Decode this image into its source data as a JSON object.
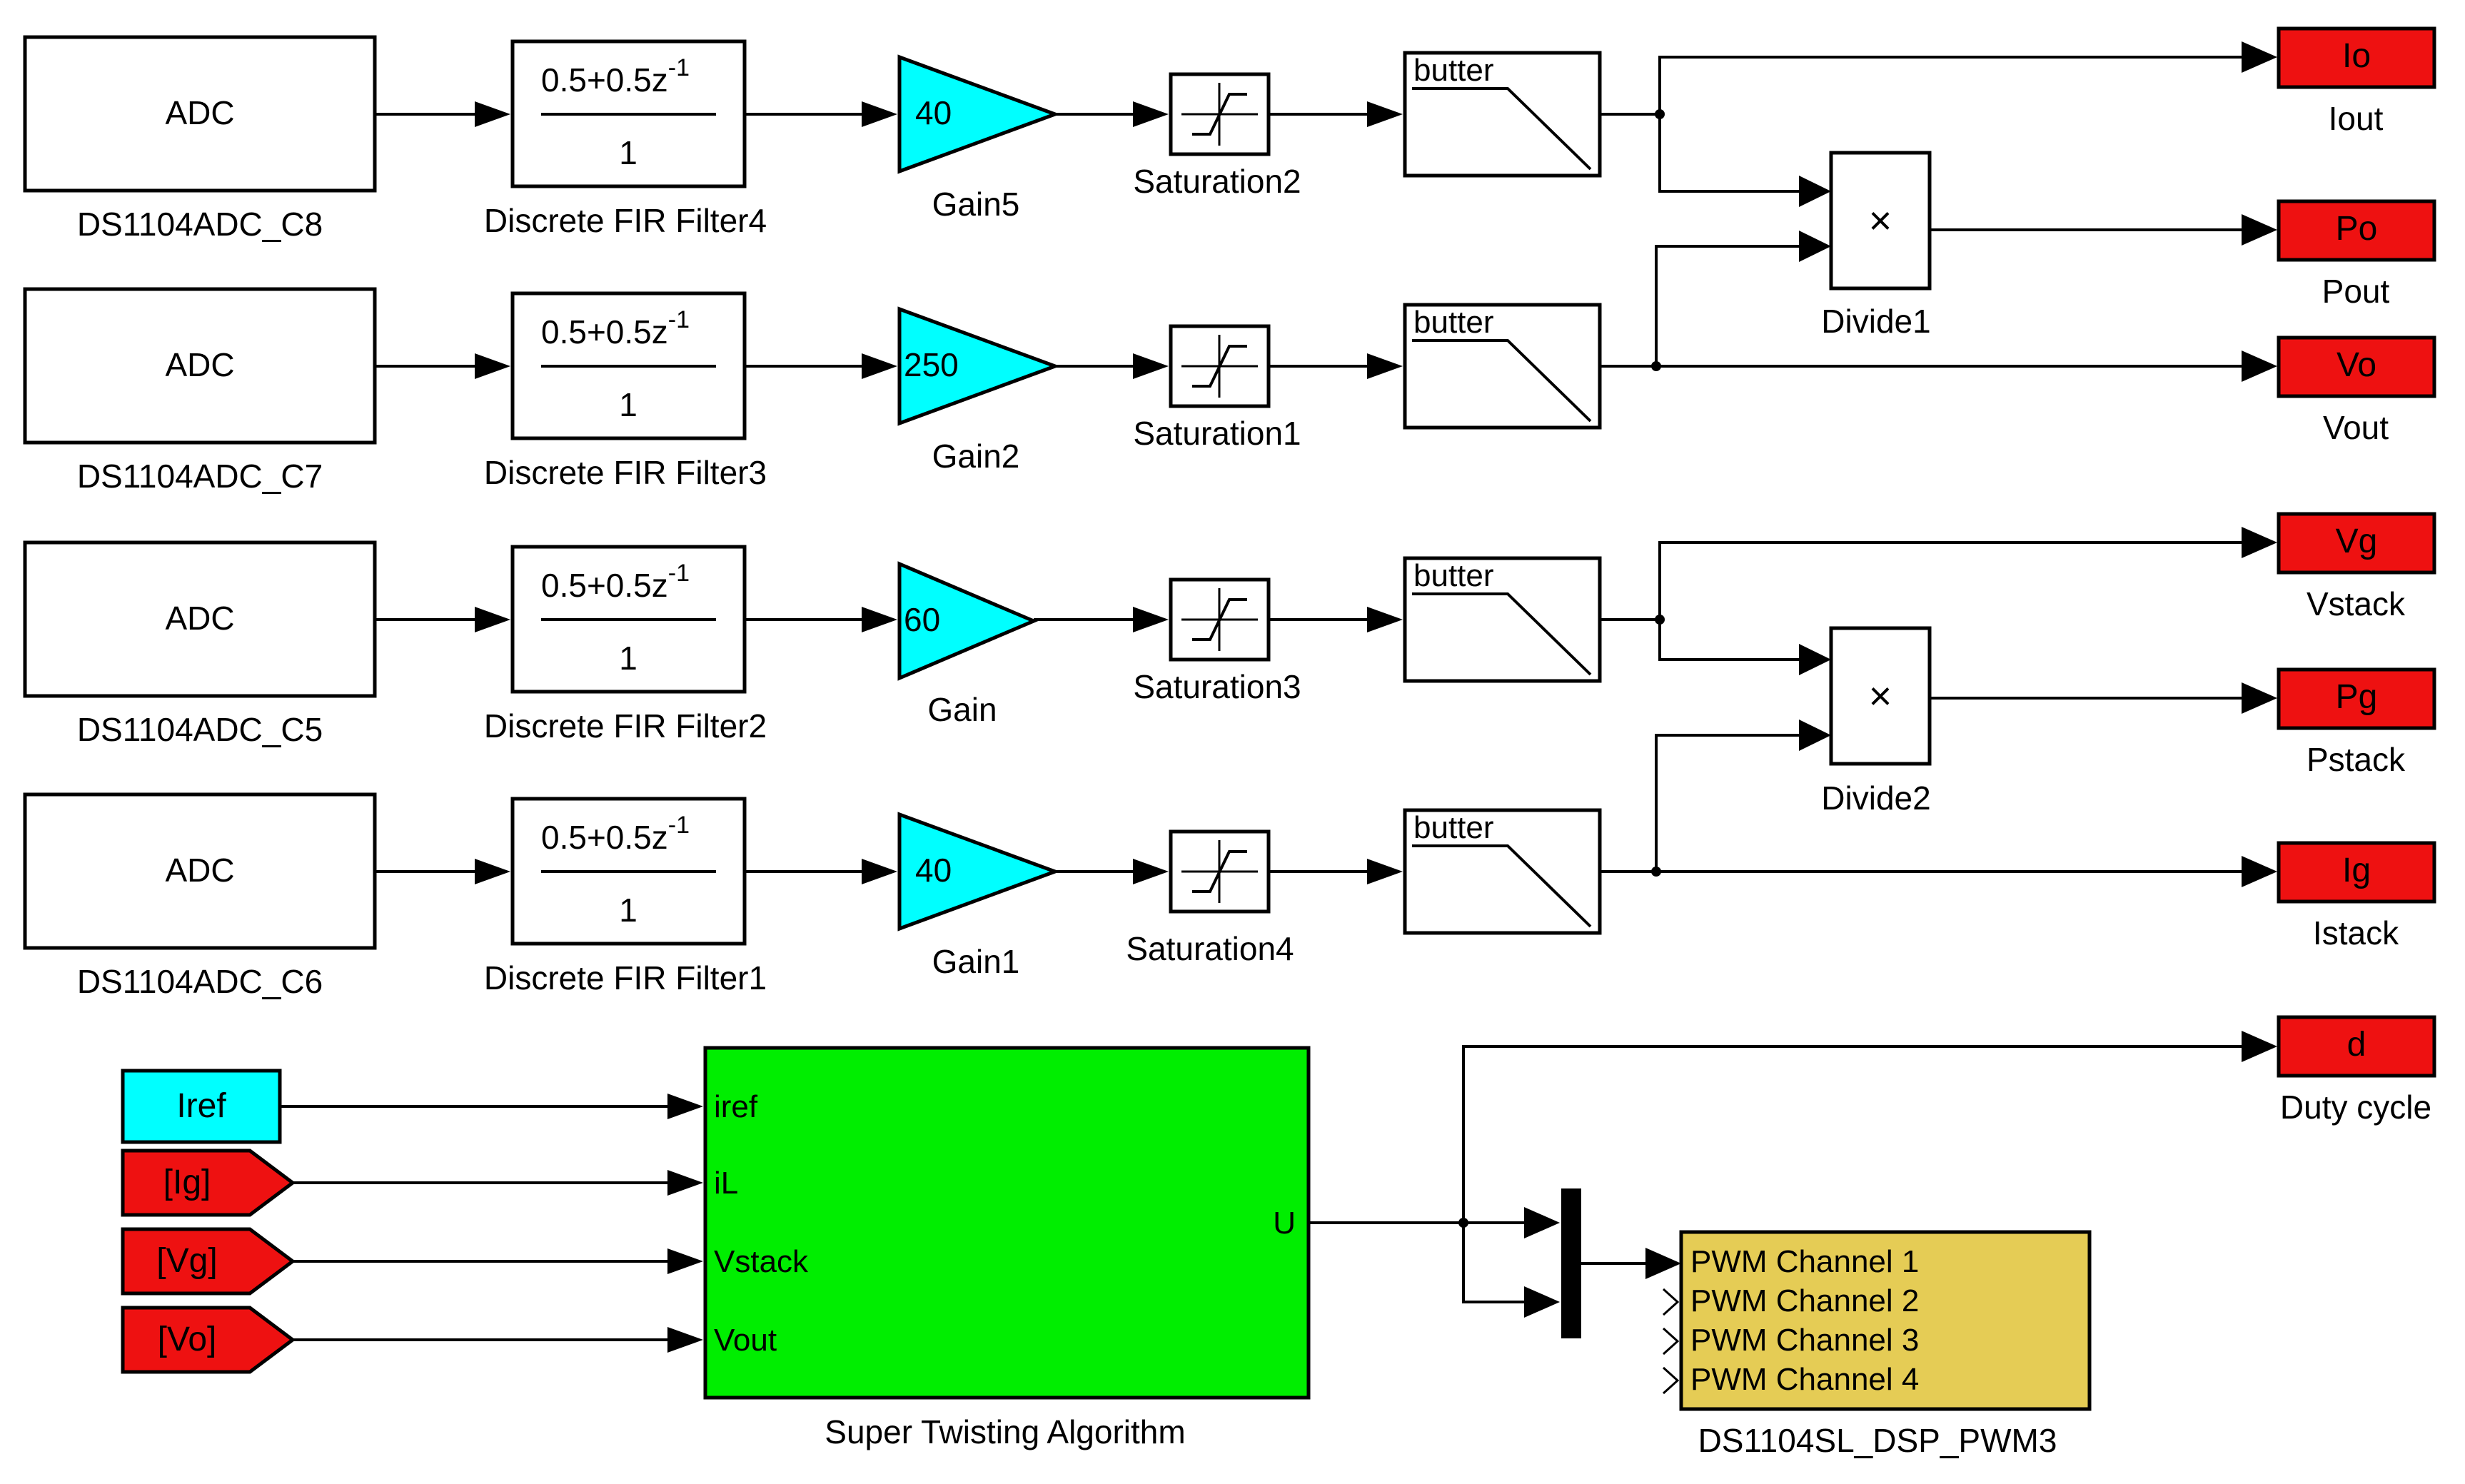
{
  "colors": {
    "gain_fill": "#00ffff",
    "goto_fill": "#ee1111",
    "sta_fill": "#00ee00",
    "pwm_fill": "#e5cc55",
    "constant_fill": "#00ffff",
    "line": "#000000"
  },
  "rows": [
    {
      "adc": {
        "text": "ADC",
        "label": "DS1104ADC_C8"
      },
      "fir": {
        "num": "0.5+0.5z",
        "exp": "-1",
        "den": "1",
        "label": "Discrete FIR Filter4"
      },
      "gain": {
        "value": "40",
        "label": "Gain5"
      },
      "saturation": {
        "label": "Saturation2"
      },
      "filter": {
        "text": "butter"
      }
    },
    {
      "adc": {
        "text": "ADC",
        "label": "DS1104ADC_C7"
      },
      "fir": {
        "num": "0.5+0.5z",
        "exp": "-1",
        "den": "1",
        "label": "Discrete FIR Filter3"
      },
      "gain": {
        "value": "250",
        "label": "Gain2"
      },
      "saturation": {
        "label": "Saturation1"
      },
      "filter": {
        "text": "butter"
      }
    },
    {
      "adc": {
        "text": "ADC",
        "label": "DS1104ADC_C5"
      },
      "fir": {
        "num": "0.5+0.5z",
        "exp": "-1",
        "den": "1",
        "label": "Discrete FIR Filter2"
      },
      "gain": {
        "value": "60",
        "label": "Gain"
      },
      "saturation": {
        "label": "Saturation3"
      },
      "filter": {
        "text": "butter"
      }
    },
    {
      "adc": {
        "text": "ADC",
        "label": "DS1104ADC_C6"
      },
      "fir": {
        "num": "0.5+0.5z",
        "exp": "-1",
        "den": "1",
        "label": "Discrete FIR Filter1"
      },
      "gain": {
        "value": "40",
        "label": "Gain1"
      },
      "saturation": {
        "label": "Saturation4"
      },
      "filter": {
        "text": "butter"
      }
    }
  ],
  "products": [
    {
      "symbol": "×",
      "label": "Divide1"
    },
    {
      "symbol": "×",
      "label": "Divide2"
    }
  ],
  "outputs": [
    {
      "tag": "Io",
      "label": "Iout"
    },
    {
      "tag": "Po",
      "label": "Pout"
    },
    {
      "tag": "Vo",
      "label": "Vout"
    },
    {
      "tag": "Vg",
      "label": "Vstack"
    },
    {
      "tag": "Pg",
      "label": "Pstack"
    },
    {
      "tag": "Ig",
      "label": "Istack"
    },
    {
      "tag": "d",
      "label": "Duty cycle"
    }
  ],
  "inputs": [
    {
      "text": "Iref"
    },
    {
      "text": "[Ig]"
    },
    {
      "text": "[Vg]"
    },
    {
      "text": "[Vo]"
    }
  ],
  "sta": {
    "label": "Super Twisting Algorithm",
    "in_ports": [
      "iref",
      "iL",
      "Vstack",
      "Vout"
    ],
    "out_port": "U"
  },
  "pwm": {
    "label": "DS1104SL_DSP_PWM3",
    "channels": [
      "PWM Channel 1",
      "PWM Channel 2",
      "PWM Channel 3",
      "PWM Channel 4"
    ]
  }
}
